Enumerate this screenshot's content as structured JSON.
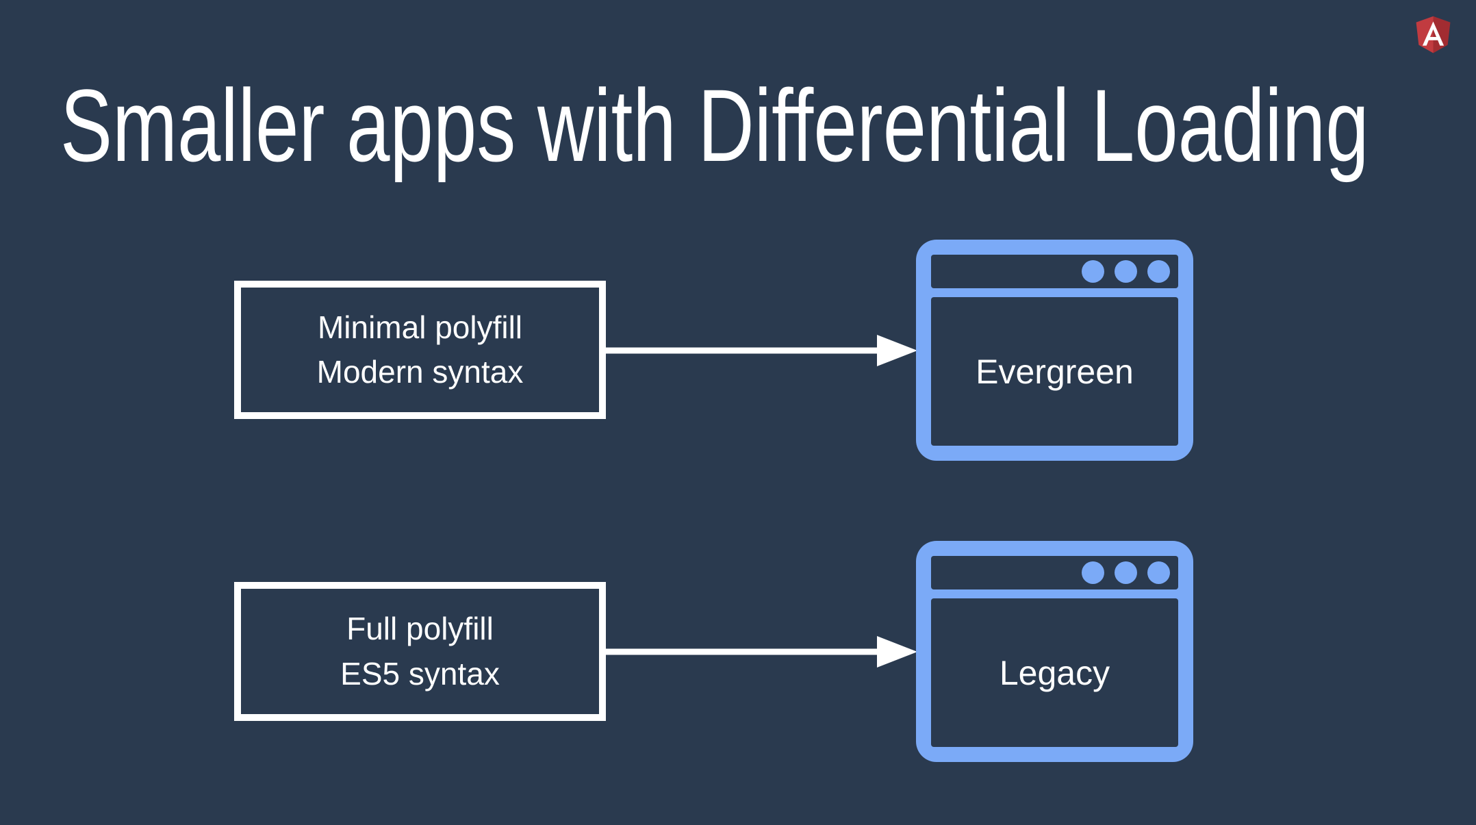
{
  "slide": {
    "title": "Smaller apps with Differential Loading"
  },
  "colors": {
    "background": "#2A3A4F",
    "foreground": "#FFFFFF",
    "accent_blue": "#7BAAF7",
    "arrow": "#FFFFFF"
  },
  "logo": {
    "name": "angular-logo",
    "colors": {
      "shield_left": "#C13B40",
      "shield_right": "#A22C31",
      "letter": "#FFFFFF"
    }
  },
  "rows": [
    {
      "source": {
        "line1": "Minimal polyfill",
        "line2": "Modern syntax"
      },
      "target": {
        "label": "Evergreen"
      }
    },
    {
      "source": {
        "line1": "Full polyfill",
        "line2": "ES5 syntax"
      },
      "target": {
        "label": "Legacy"
      }
    }
  ]
}
